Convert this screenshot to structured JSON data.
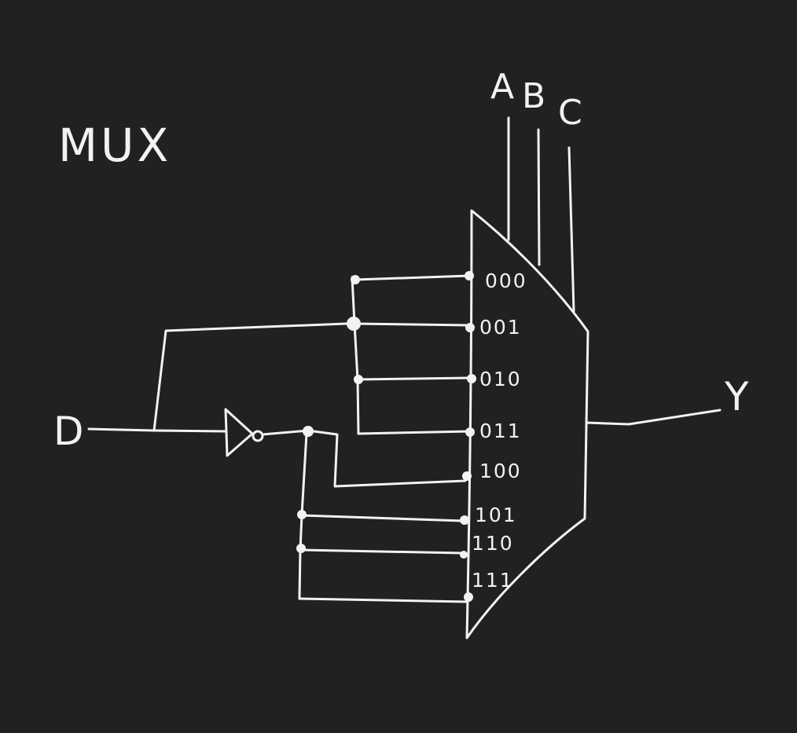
{
  "title": "MUX",
  "input_label": "D",
  "output_label": "Y",
  "select_lines": [
    "A",
    "B",
    "C"
  ],
  "input_codes": [
    "000",
    "001",
    "010",
    "011",
    "100",
    "101",
    "110",
    "111"
  ],
  "colors": {
    "background": "#212121",
    "ink": "#f2f2f2"
  }
}
